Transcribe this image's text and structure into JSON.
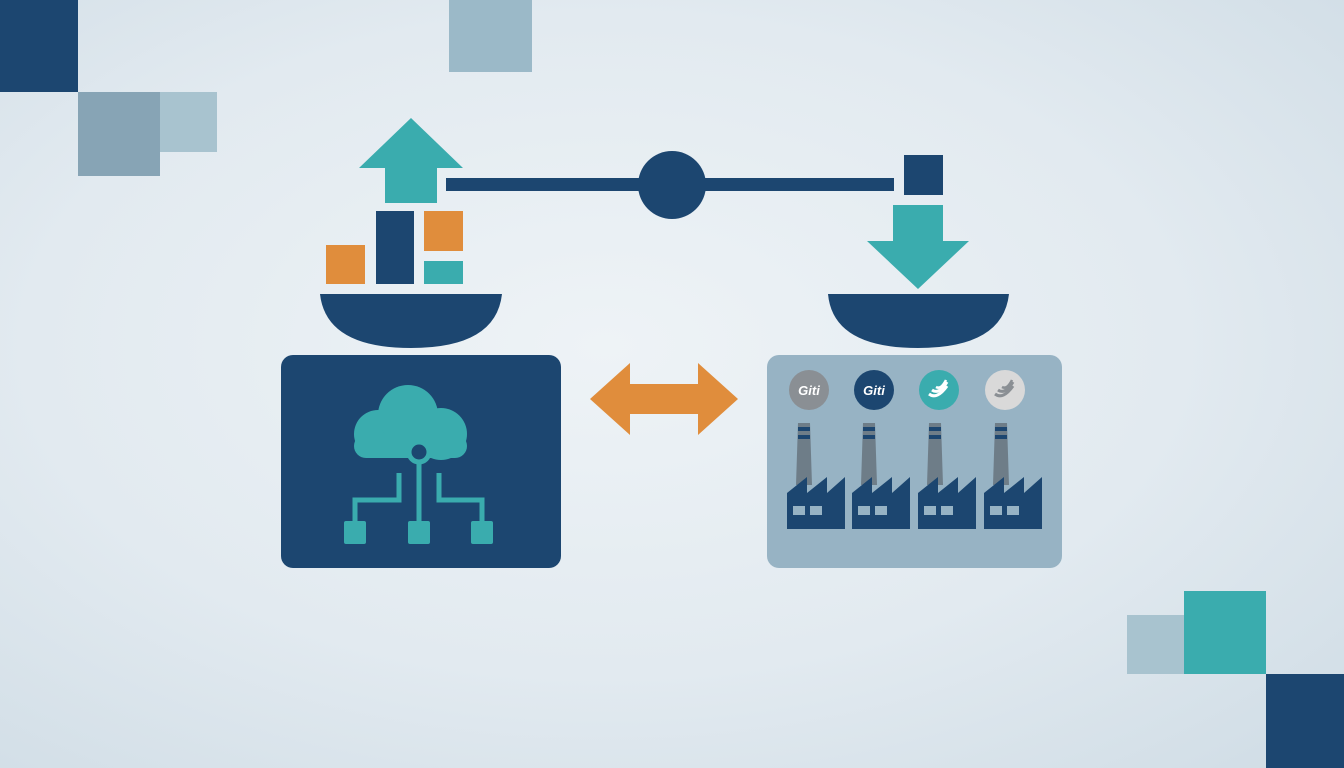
{
  "colors": {
    "navy": "#1c4670",
    "teal": "#3aacae",
    "orange": "#e08d3c",
    "slate": "#87a4b5",
    "light_slate": "#a8c3cf",
    "panel_gray": "#97b3c4"
  },
  "scale": {
    "left_pan": {
      "items": [
        "teal-up-arrow",
        "orange-block",
        "navy-block",
        "orange-block",
        "teal-block"
      ]
    },
    "right_pan": {
      "items": [
        "navy-block",
        "teal-down-arrow"
      ]
    }
  },
  "cloud_panel": {
    "icon": "cloud-network-icon"
  },
  "exchange": {
    "icon": "double-arrow-icon"
  },
  "factory_panel": {
    "logos": [
      {
        "text": "Giti",
        "icon": "brand-logo-1"
      },
      {
        "text": "Giti",
        "icon": "brand-logo-2"
      },
      {
        "text": "",
        "icon": "wave-logo-3"
      },
      {
        "text": "",
        "icon": "wave-logo-4"
      }
    ],
    "factory_count": 4
  }
}
